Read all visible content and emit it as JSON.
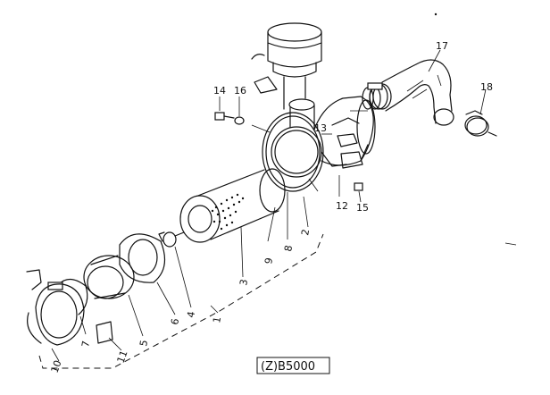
{
  "diagram": {
    "caption": "(Z)B5000",
    "part_labels": {
      "p1": "1",
      "p2": "2",
      "p3": "3",
      "p4": "4",
      "p5": "5",
      "p6": "6",
      "p7": "7",
      "p8": "8",
      "p9": "9",
      "p10": "10",
      "p11": "11",
      "p12": "12",
      "p13": "13",
      "p14": "14",
      "p15": "15",
      "p16": "16",
      "p17": "17",
      "p18": "18"
    }
  }
}
